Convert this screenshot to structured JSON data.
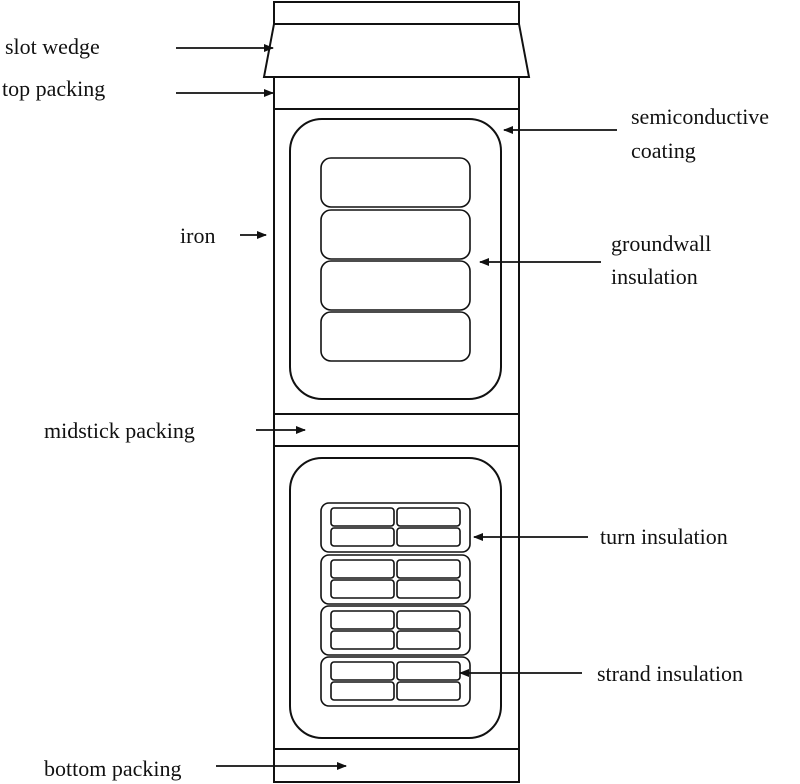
{
  "labels": {
    "slot_wedge": "slot wedge",
    "top_packing": "top packing",
    "semiconductive_line1": "semiconductive",
    "semiconductive_line2": "coating",
    "iron": "iron",
    "groundwall_line1": "groundwall",
    "groundwall_line2": "insulation",
    "midstick_packing": "midstick packing",
    "turn_insulation": "turn insulation",
    "strand_insulation": "strand insulation",
    "bottom_packing": "bottom packing"
  }
}
